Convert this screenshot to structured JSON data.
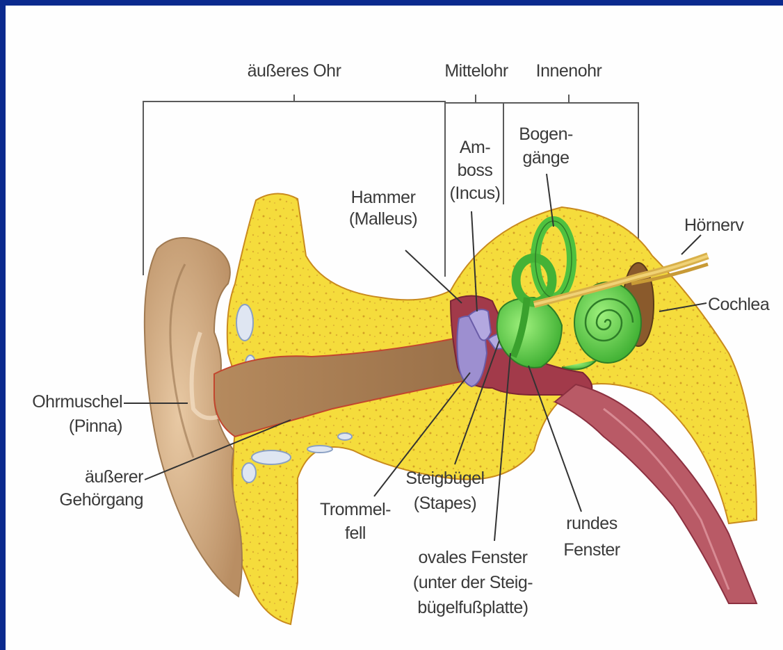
{
  "sections": {
    "outer_ear": "äußeres Ohr",
    "middle_ear": "Mittelohr",
    "inner_ear": "Innenohr"
  },
  "labels": {
    "ohrmuschel": [
      "Ohrmuschel",
      "(Pinna)"
    ],
    "gehoergang": [
      "äußerer",
      "Gehörgang"
    ],
    "hammer": [
      "Hammer",
      "(Malleus)"
    ],
    "amboss": [
      "Am-",
      "boss",
      "(Incus)"
    ],
    "bogengaenge": [
      "Bogen-",
      "gänge"
    ],
    "hoernerv": "Hörnerv",
    "cochlea": "Cochlea",
    "trommelfell": [
      "Trommel-",
      "fell"
    ],
    "steigbuegel": [
      "Steigbügel",
      "(Stapes)"
    ],
    "ovales_fenster": [
      "ovales Fenster",
      "(unter der Steig-",
      "bügelfußplatte)"
    ],
    "rundes_fenster": [
      "rundes",
      "Fenster"
    ]
  },
  "colors": {
    "background_frame": "#0b2a8e",
    "bone_yellow": "#f5dc3c",
    "skin": "#c9a27a",
    "canal": "#a87f55",
    "middle_ear_cavity": "#a23a4a",
    "ossicles": "#9d8fd0",
    "labyrinth_green": "#5bd04a",
    "nerve": "#d8b04a",
    "tube": "#b95a66"
  }
}
